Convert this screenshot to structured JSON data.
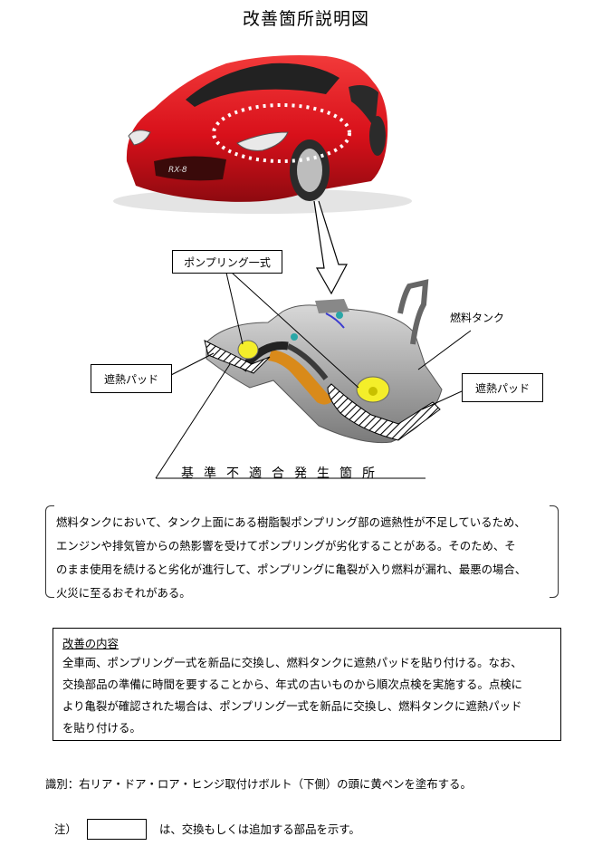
{
  "title": "改善箇所説明図",
  "car": {
    "badge": "RX-8"
  },
  "callouts": {
    "pump_ring": "ポンプリング一式",
    "fuel_tank": "燃料タンク",
    "heat_pad_left": "遮熱パッド",
    "heat_pad_right": "遮熱パッド",
    "base": "基準不適合発生箇所"
  },
  "description": {
    "lines": [
      "燃料タンクにおいて、タンク上面にある樹脂製ポンプリング部の遮熱性が不足しているため、",
      "エンジンや排気管からの熱影響を受けてポンプリングが劣化することがある。そのため、そ",
      "のまま使用を続けると劣化が進行して、ポンプリングに亀裂が入り燃料が漏れ、最悪の場合、",
      "火災に至るおそれがある。"
    ]
  },
  "kaizen": {
    "heading": "改善の内容",
    "lines": [
      "全車両、ポンプリング一式を新品に交換し、燃料タンクに遮熱パッドを貼り付ける。なお、",
      "交換部品の準備に時間を要することから、年式の古いものから順次点検を実施する。点検に",
      "より亀裂が確認された場合は、ポンプリング一式を新品に交換し、燃料タンクに遮熱パッド",
      "を貼り付ける。"
    ]
  },
  "identification": "識別：右リア・ドア・ロア・ヒンジ取付けボルト（下側）の頭に黄ペンを塗布する。",
  "note": {
    "prefix": "注）",
    "text": "は、交換もしくは追加する部品を示す。"
  },
  "colors": {
    "car_red": "#d8101a",
    "pad_yellow": "#f4ee2a",
    "tank_gray": "#a9a9a9"
  }
}
